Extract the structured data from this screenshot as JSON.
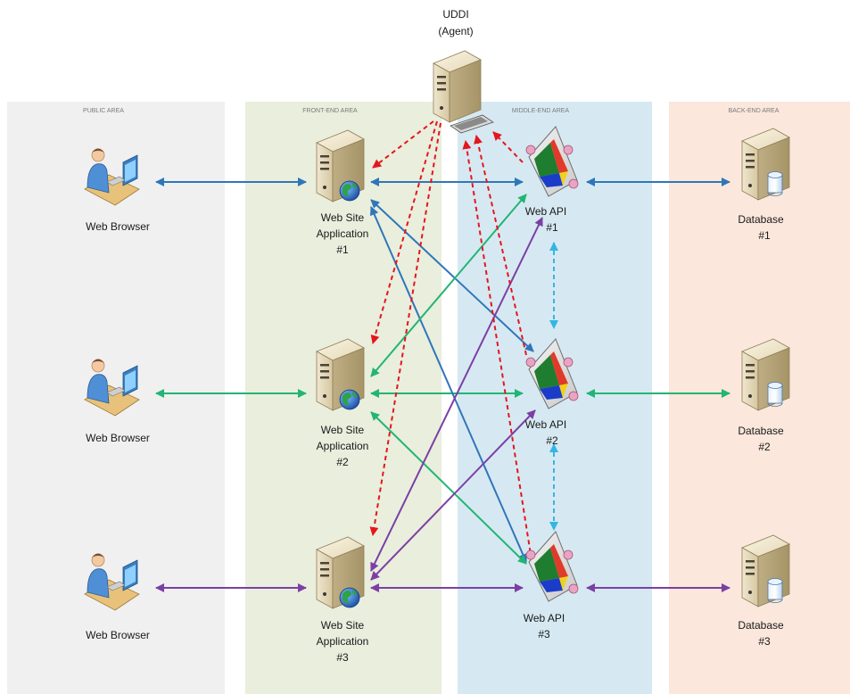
{
  "colors": {
    "public": "#f0f0f0",
    "frontend": "#e9eedd",
    "middle": "#d6e9f2",
    "backend": "#fbe7dc",
    "blue": "#2f76b9",
    "green": "#22b573",
    "purple": "#7b3fa5",
    "red": "#e6151d",
    "cyan": "#33b6e3"
  },
  "zones": {
    "public": "PUBLIC AREA",
    "frontend": "FRONT-END AREA",
    "middle": "MIDDLE-END AREA",
    "backend": "BACK-END AREA"
  },
  "uddi": {
    "line1": "UDDI",
    "line2": "(Agent)"
  },
  "browsers": [
    {
      "label": "Web Browser"
    },
    {
      "label": "Web Browser"
    },
    {
      "label": "Web Browser"
    }
  ],
  "web_sites": [
    {
      "line1": "Web Site",
      "line2": "Application",
      "line3": "#1"
    },
    {
      "line1": "Web Site",
      "line2": "Application",
      "line3": "#2"
    },
    {
      "line1": "Web Site",
      "line2": "Application",
      "line3": "#3"
    }
  ],
  "web_apis": [
    {
      "line1": "Web API",
      "line2": "#1"
    },
    {
      "line1": "Web API",
      "line2": "#2"
    },
    {
      "line1": "Web API",
      "line2": "#3"
    }
  ],
  "databases": [
    {
      "line1": "Database",
      "line2": "#1"
    },
    {
      "line1": "Database",
      "line2": "#2"
    },
    {
      "line1": "Database",
      "line2": "#3"
    }
  ]
}
